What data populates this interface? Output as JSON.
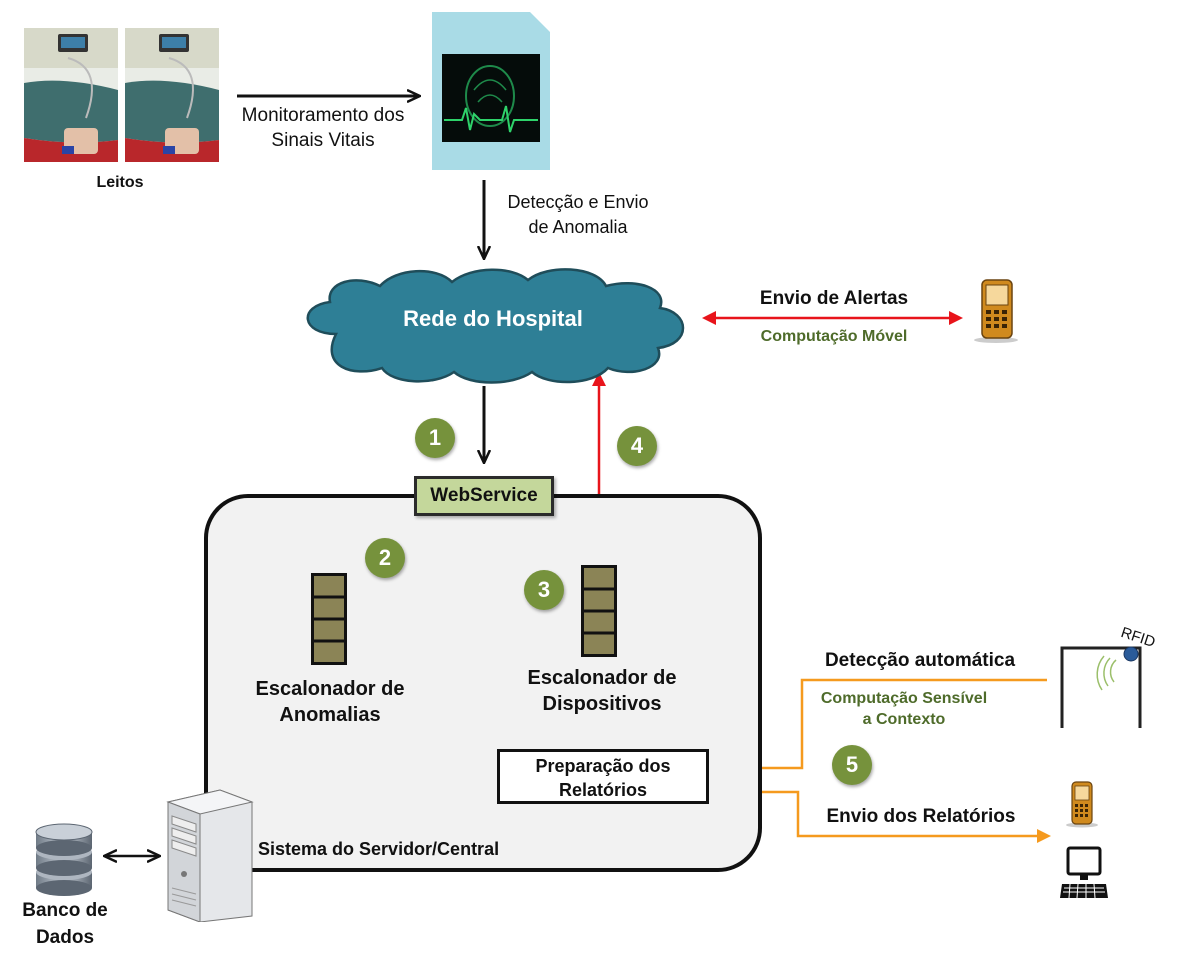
{
  "nodes": {
    "beds_label": "Leitos",
    "monitoring_label": "Monitoramento dos\nSinais Vitais",
    "detection_label": "Detecção e Envio\nde Anomalia",
    "hospital_network": "Rede do Hospital",
    "alerts_label": "Envio de Alertas",
    "mobile_computing": "Computação Móvel",
    "webservice": "WebService",
    "anomaly_scheduler": "Escalonador de\nAnomalias",
    "device_scheduler": "Escalonador de\nDispositivos",
    "reports_prep": "Preparação dos\nRelatórios",
    "server_system": "Sistema do Servidor/Central",
    "database": "Banco de\nDados",
    "auto_detection": "Detecção automática",
    "context_computing": "Computação Sensível\na Contexto",
    "rfid": "RFID",
    "reports_send": "Envio dos Relatórios"
  },
  "steps": [
    "1",
    "2",
    "3",
    "4",
    "5"
  ],
  "colors": {
    "cloud": "#2e7f96",
    "step_circle": "#76923c",
    "webservice_fill": "#c4d79b",
    "red_arrow": "#e8141b",
    "orange_arrow": "#f59a1e",
    "scheduler_fill": "#8b8456",
    "monitor_bg": "#a9dbe6"
  },
  "icons": [
    "bed-photo-icon",
    "vital-monitor-icon",
    "cloud-icon",
    "mobile-phone-icon",
    "server-tower-icon",
    "database-icon",
    "rfid-gate-icon",
    "desktop-computer-icon",
    "scheduler-queue-icon"
  ]
}
